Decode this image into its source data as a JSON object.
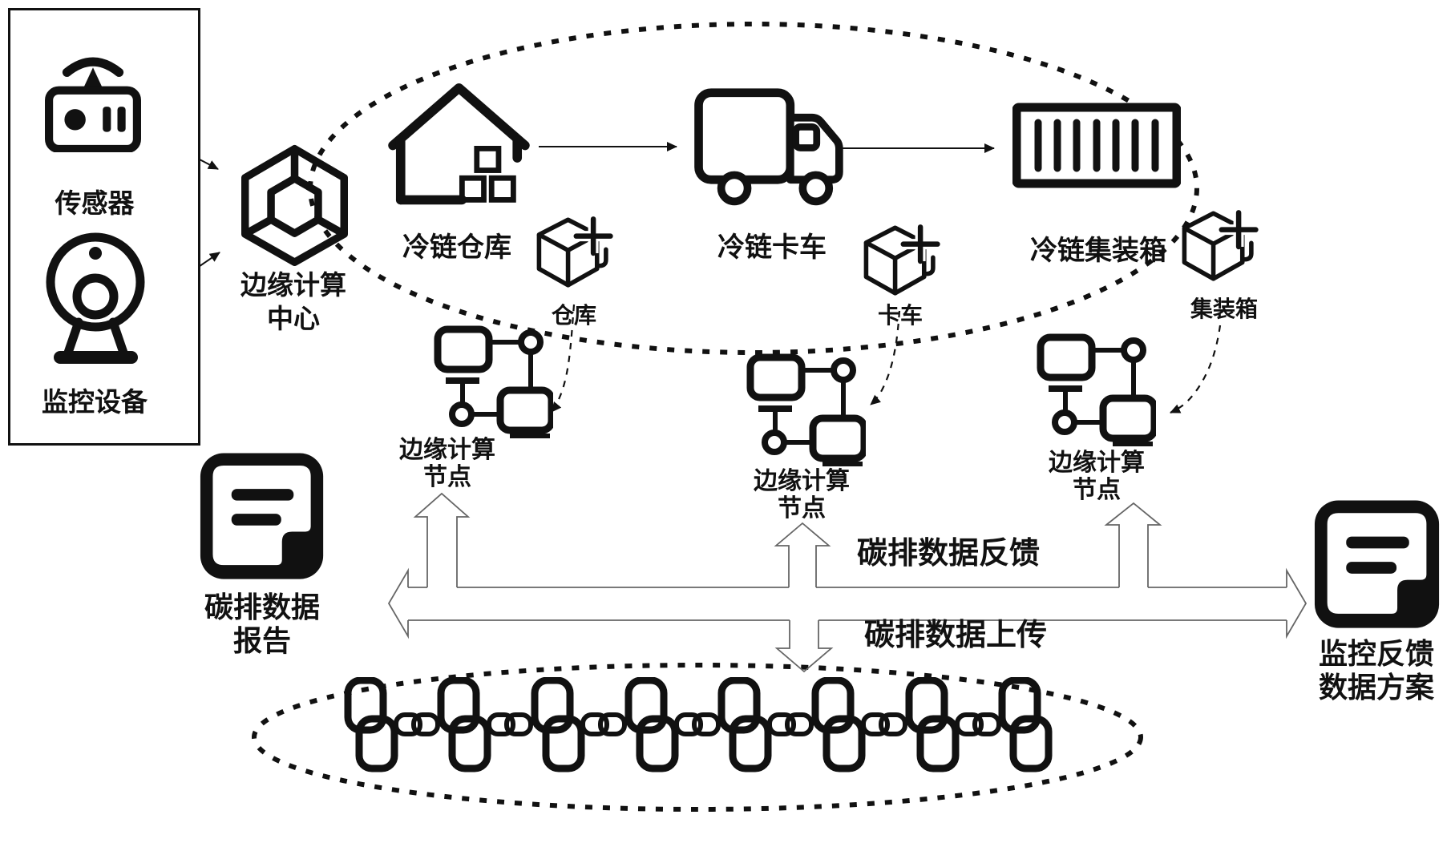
{
  "palette": {
    "ink": "#111111",
    "band_stroke": "#666666",
    "background": "#ffffff"
  },
  "source_panel": {
    "sensor_label": "传感器",
    "camera_label": "监控设备"
  },
  "edge_center": {
    "line1": "边缘计算",
    "line2": "中心"
  },
  "cold_chain": {
    "warehouse_label": "冷链仓库",
    "warehouse_asset_label": "仓库",
    "truck_label": "冷链卡车",
    "truck_asset_label": "卡车",
    "container_label": "冷链集装箱",
    "container_asset_label": "集装箱"
  },
  "edge_nodes": {
    "node1": {
      "line1": "边缘计算",
      "line2": "节点"
    },
    "node2": {
      "line1": "边缘计算",
      "line2": "节点"
    },
    "node3": {
      "line1": "边缘计算",
      "line2": "节点"
    }
  },
  "data_bus": {
    "feedback_label": "碳排数据反馈",
    "upload_label": "碳排数据上传"
  },
  "report_document": {
    "line1": "碳排数据",
    "line2": "报告"
  },
  "feedback_document": {
    "line1": "监控反馈",
    "line2": "数据方案"
  },
  "blockchain": {
    "link_count": 8
  },
  "icons": {
    "sensor": "sensor-icon",
    "camera": "webcam-icon",
    "edge_center": "blockchain-hexagon-icon",
    "warehouse": "warehouse-house-icon",
    "truck": "truck-icon",
    "container": "container-icon",
    "asset": "cube-plus-icon",
    "edge_node": "network-node-icon",
    "document": "document-icon",
    "chain": "chain-link-icon"
  }
}
